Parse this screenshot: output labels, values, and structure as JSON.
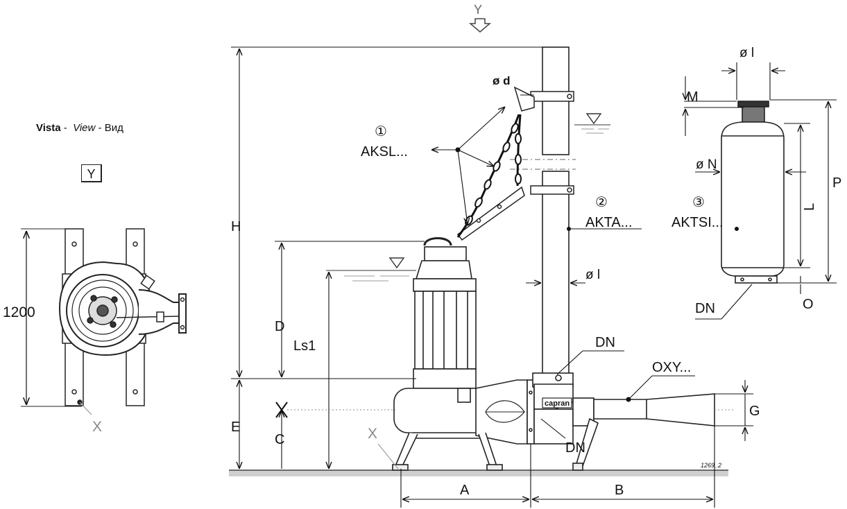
{
  "view_caption": {
    "word_it": "Vista",
    "separator": "-",
    "word_en": "View",
    "word_ru": "Вид"
  },
  "view_marker": "Y",
  "top_view_arrow_label": "Y",
  "side_view": {
    "dimension_1200": "1200",
    "point_x": "X"
  },
  "main_view": {
    "dim_H": "H",
    "dim_E": "E",
    "dim_D": "D",
    "dim_C": "C",
    "dim_Ls1": "Ls1",
    "dim_A": "A",
    "dim_B": "B",
    "dim_G": "G",
    "dim_d": "ø d",
    "dim_l_pipe": "ø l",
    "dn_top": "DN",
    "dn_bottom": "DN",
    "mark_x": "X",
    "accessory_1_num": "①",
    "accessory_1_code": "AKSL...",
    "accessory_2_num": "②",
    "accessory_2_code": "AKTA...",
    "ejector_code": "OXY...",
    "brand": "capran",
    "drawing_id": "1269_2"
  },
  "tube_view": {
    "dim_l": "ø l",
    "dim_M": "M",
    "dim_N": "ø N",
    "dim_L": "L",
    "dim_P": "P",
    "dim_O": "O",
    "dn": "DN",
    "accessory_3_num": "③",
    "accessory_3_code": "AKTSI..."
  }
}
